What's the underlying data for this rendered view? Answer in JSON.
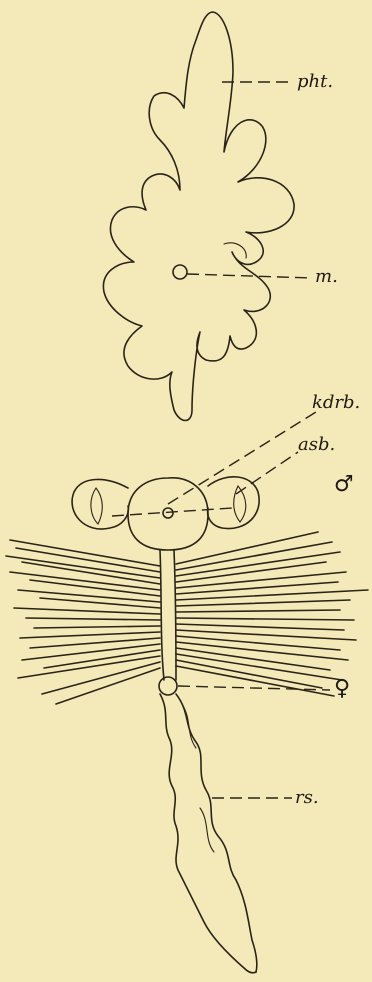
{
  "labels": {
    "pht": "pht.",
    "m": "m.",
    "kdrb": "kdrb.",
    "asb": "asb.",
    "rs": "rs.",
    "male": "♂",
    "female": "♀"
  }
}
